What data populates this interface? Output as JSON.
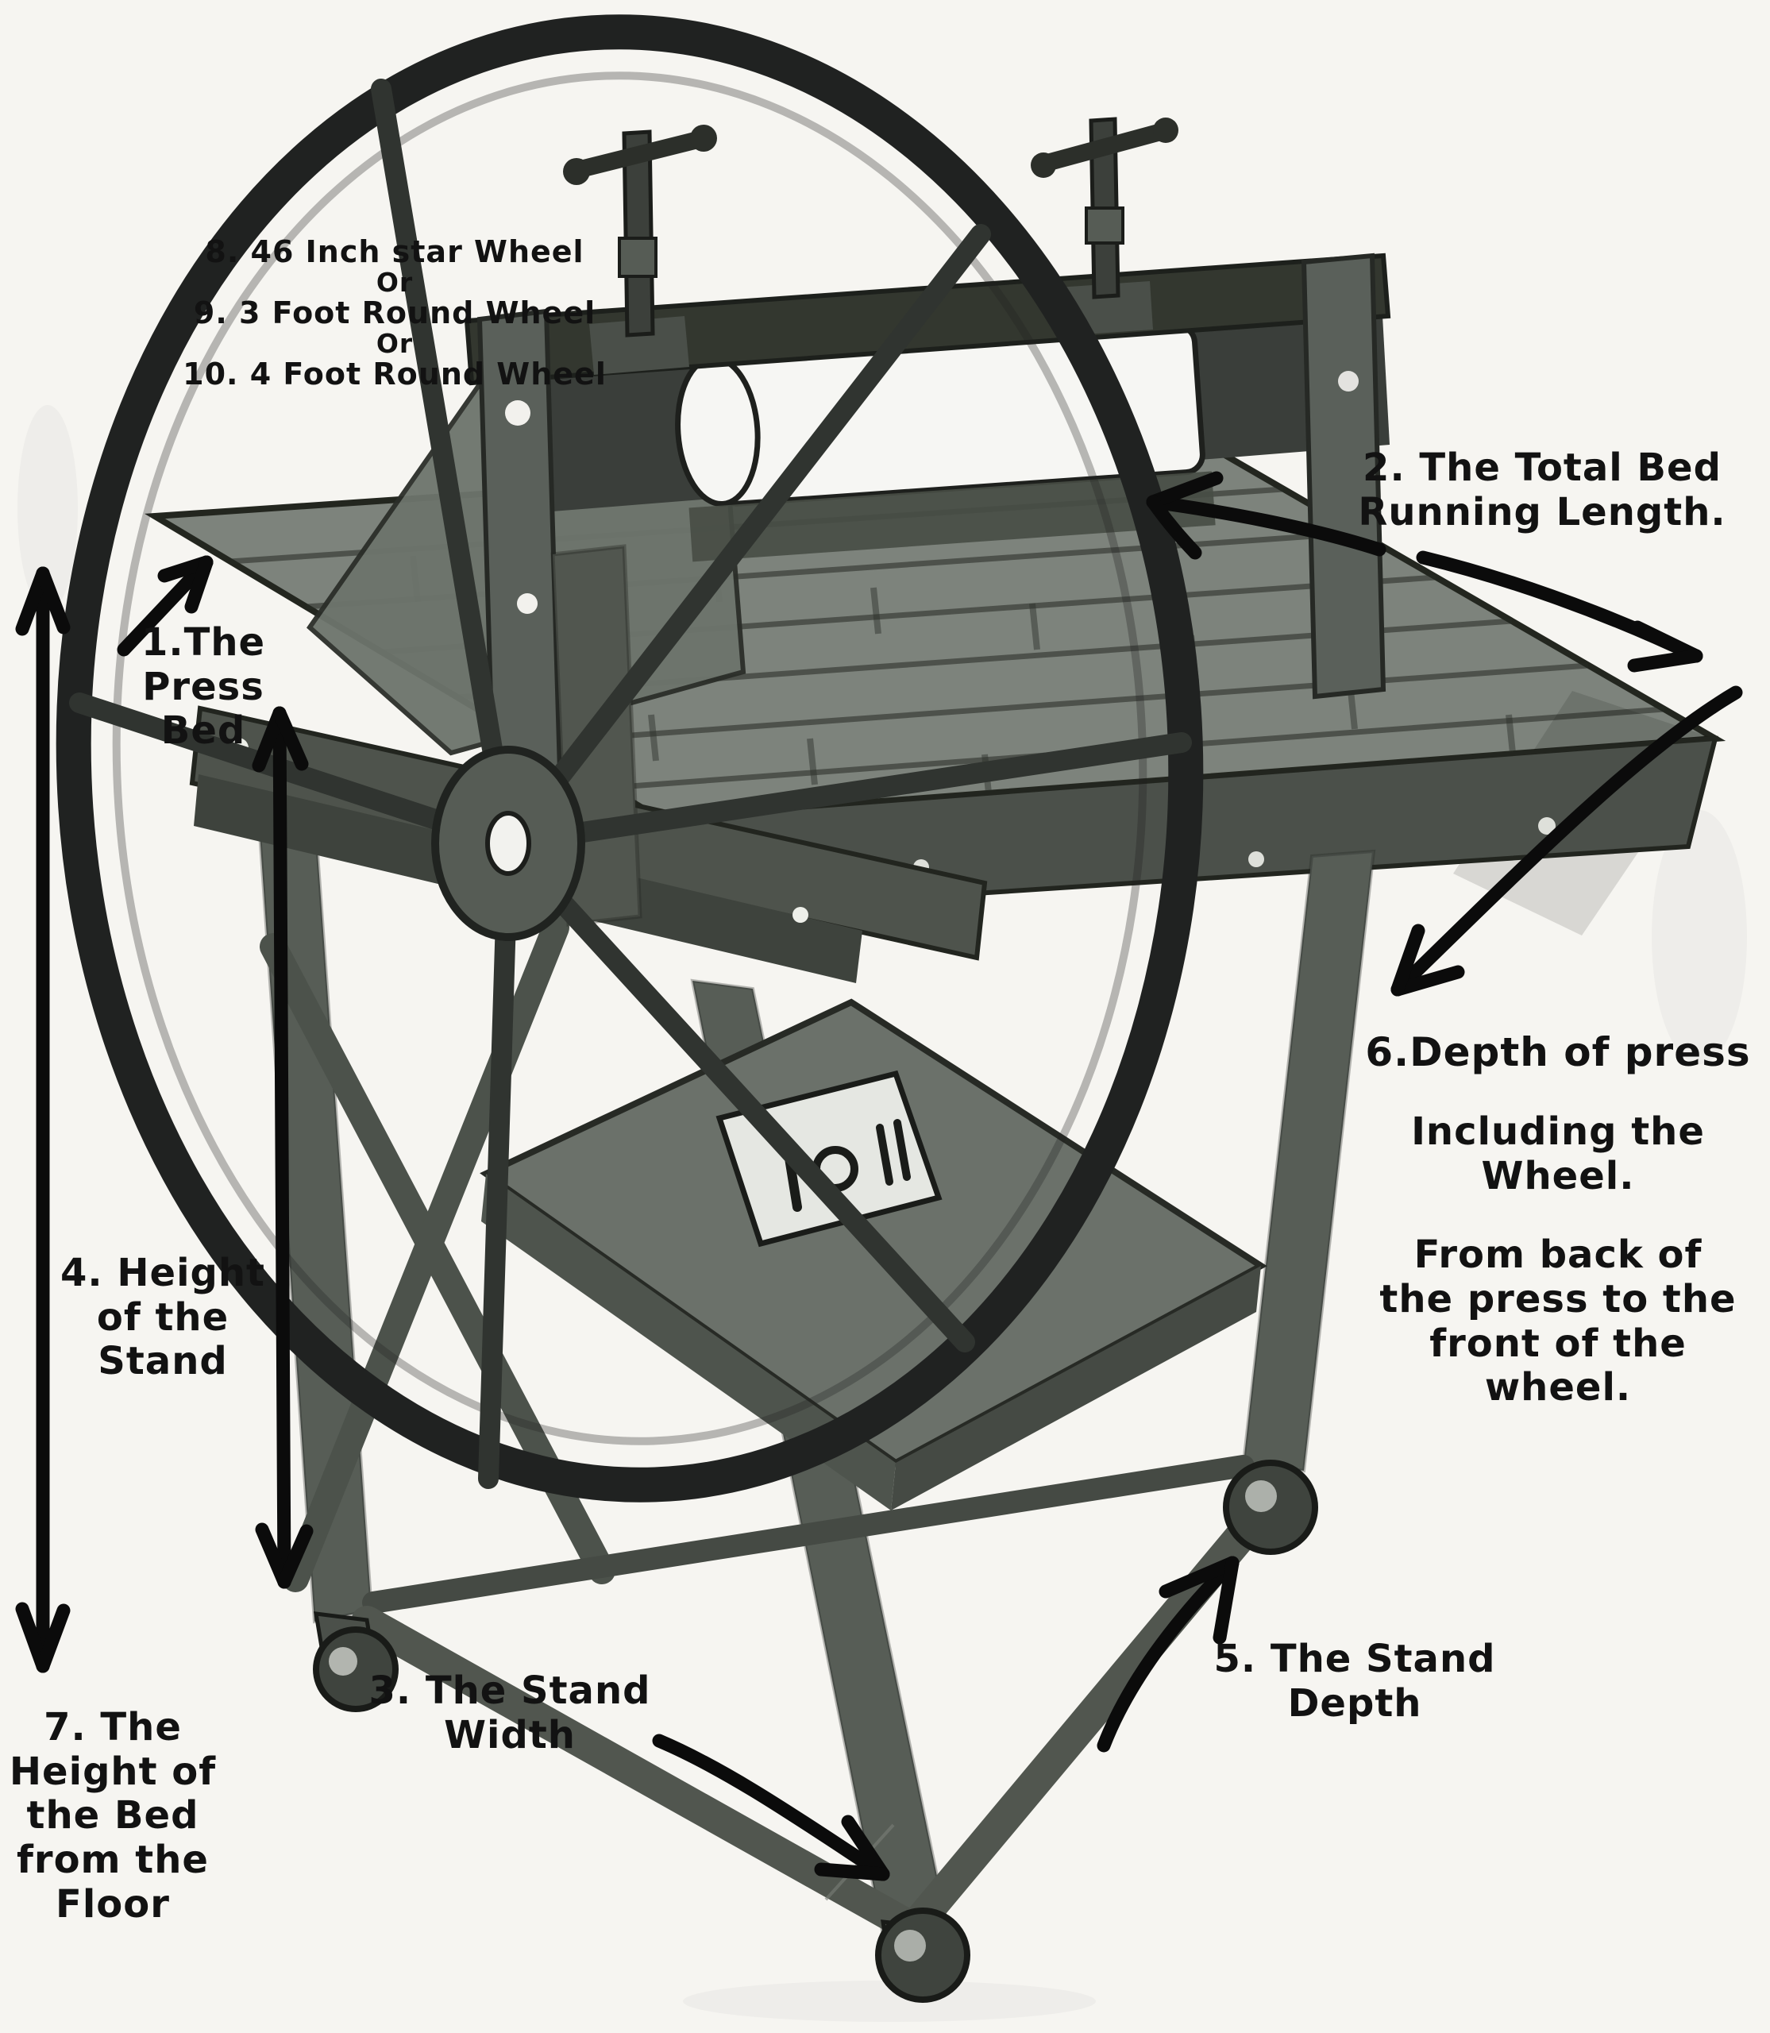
{
  "colors": {
    "paper": "#f6f5f1",
    "ink": "#101010",
    "pencil_dark": "#2c2f2a",
    "pencil_mid": "#6d736c",
    "pencil_light": "#9aa09a"
  },
  "annotations": {
    "wheel_options": {
      "lines": [
        "8. 46 Inch star Wheel",
        "Or",
        "9. 3 Foot Round Wheel",
        "Or",
        "10. 4 Foot Round Wheel"
      ]
    },
    "press_bed": {
      "lines": [
        "1.The",
        "Press",
        "Bed"
      ]
    },
    "total_bed_running_length": {
      "lines": [
        "2. The Total Bed",
        "Running Length."
      ]
    },
    "stand_width": {
      "lines": [
        "3. The Stand",
        "Width"
      ]
    },
    "stand_height": {
      "lines": [
        "4. Height",
        "of the",
        "Stand"
      ]
    },
    "stand_depth": {
      "lines": [
        "5. The Stand",
        "Depth"
      ]
    },
    "press_depth": {
      "heading": "6.Depth of press",
      "including": [
        "Including the",
        "Wheel."
      ],
      "extent": [
        "From back of",
        "the press to the",
        "front of the",
        "wheel."
      ]
    },
    "bed_height_from_floor": {
      "lines": [
        "7. The",
        "Height of",
        "the Bed",
        "from the",
        "Floor"
      ]
    }
  }
}
